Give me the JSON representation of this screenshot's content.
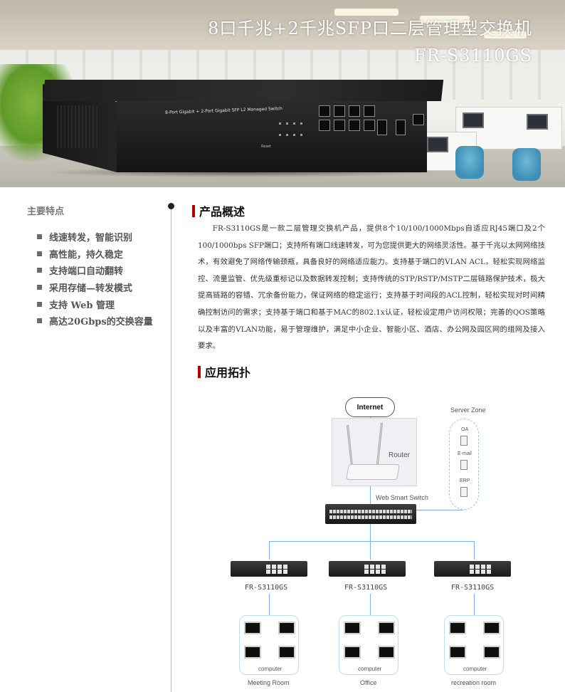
{
  "hero": {
    "title": "8口千兆+2千兆SFP口二层管理型交换机",
    "model": "FR-S3110GS",
    "device_label": "8-Port Gigabit + 2-Port Gigabit SFP L2 Managed Switch",
    "reset_label": "Reset"
  },
  "sidebar": {
    "title": "主要特点",
    "features": [
      "线速转发，智能识别",
      "高性能，持久稳定",
      "支持端口自动翻转",
      "采用存储—转发模式",
      "支持 Web 管理",
      "高达20Gbps的交换容量"
    ]
  },
  "overview": {
    "heading": "产品概述",
    "text": "FR-S3110GS是一款二层管理交换机产品，提供8个10/100/1000Mbps自适应RJ45端口及2个100/1000bps SFP端口；支持所有端口线速转发，可为您提供更大的网络灵活性。基于千兆以太网网络技术，有效避免了网络传输颈瓶，具备良好的网络适应能力。支持基于端口的VLAN ACL，轻松实现网络监控、流量监管、优先级重标记以及数据转发控制；支持传统的STP/RSTP/MSTP二层链路保护技术，极大提高链路的容错、冗余备份能力，保证网络的稳定运行；支持基于时间段的ACL控制，轻松实现对时间精确控制访问的需求；支持基于端口和基于MAC的802.1x认证，轻松设定用户访问权限；完善的QOS策略以及丰富的VLAN功能，易于管理维护，满足中小企业、智能小区、酒店、办公网及园区网的组网及接入要求。"
  },
  "topology": {
    "heading": "应用拓扑",
    "internet": "Internet",
    "router": "Router",
    "core_switch": "Web Smart Switch",
    "server_zone": "Server Zone",
    "servers": [
      "OA",
      "E-mail",
      "ERP"
    ],
    "switches": [
      "FR-S3110GS",
      "FR-S3110GS",
      "FR-S3110GS"
    ],
    "groups": [
      {
        "pc_label": "computer",
        "room": "Meeting Room"
      },
      {
        "pc_label": "computer",
        "room": "Office"
      },
      {
        "pc_label": "computer",
        "room": "recreation room"
      }
    ]
  },
  "colors": {
    "accent": "#b40000",
    "link_line": "#7db3df"
  }
}
